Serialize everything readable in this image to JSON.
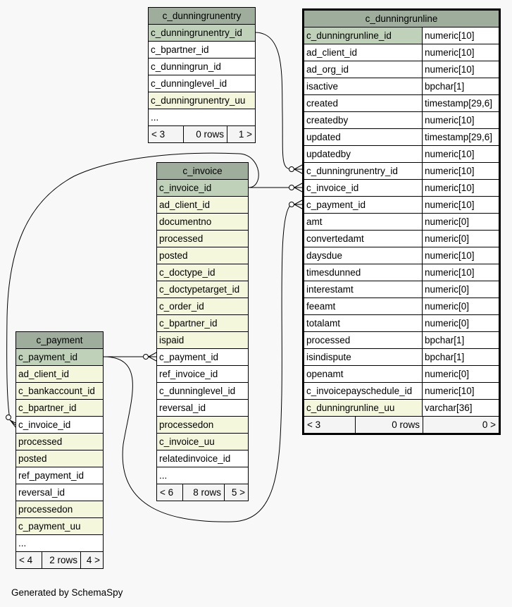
{
  "footer": "Generated by SchemaSpy",
  "colors": {
    "background": "#f8f8f8",
    "title": "#9fae9c",
    "primary_key": "#bfd2b9",
    "indexed": "#f4f7dc",
    "plain": "#ffffff"
  },
  "tables": {
    "c_dunningrunentry": {
      "name": "c_dunningrunentry",
      "columns": [
        {
          "name": "c_dunningrunentry_id",
          "kind": "pk"
        },
        {
          "name": "c_bpartner_id",
          "kind": "plain"
        },
        {
          "name": "c_dunningrun_id",
          "kind": "plain"
        },
        {
          "name": "c_dunninglevel_id",
          "kind": "plain"
        },
        {
          "name": "c_dunningrunentry_uu",
          "kind": "idx"
        },
        {
          "name": "...",
          "kind": "plain"
        }
      ],
      "footer": {
        "parents": "< 3",
        "rows": "0 rows",
        "children": "1 >"
      }
    },
    "c_dunningrunline": {
      "name": "c_dunningrunline",
      "columns": [
        {
          "name": "c_dunningrunline_id",
          "type": "numeric[10]",
          "kind": "pk"
        },
        {
          "name": "ad_client_id",
          "type": "numeric[10]",
          "kind": "plain"
        },
        {
          "name": "ad_org_id",
          "type": "numeric[10]",
          "kind": "plain"
        },
        {
          "name": "isactive",
          "type": "bpchar[1]",
          "kind": "plain"
        },
        {
          "name": "created",
          "type": "timestamp[29,6]",
          "kind": "plain"
        },
        {
          "name": "createdby",
          "type": "numeric[10]",
          "kind": "plain"
        },
        {
          "name": "updated",
          "type": "timestamp[29,6]",
          "kind": "plain"
        },
        {
          "name": "updatedby",
          "type": "numeric[10]",
          "kind": "plain"
        },
        {
          "name": "c_dunningrunentry_id",
          "type": "numeric[10]",
          "kind": "plain"
        },
        {
          "name": "c_invoice_id",
          "type": "numeric[10]",
          "kind": "plain"
        },
        {
          "name": "c_payment_id",
          "type": "numeric[10]",
          "kind": "plain"
        },
        {
          "name": "amt",
          "type": "numeric[0]",
          "kind": "plain"
        },
        {
          "name": "convertedamt",
          "type": "numeric[0]",
          "kind": "plain"
        },
        {
          "name": "daysdue",
          "type": "numeric[10]",
          "kind": "plain"
        },
        {
          "name": "timesdunned",
          "type": "numeric[10]",
          "kind": "plain"
        },
        {
          "name": "interestamt",
          "type": "numeric[0]",
          "kind": "plain"
        },
        {
          "name": "feeamt",
          "type": "numeric[0]",
          "kind": "plain"
        },
        {
          "name": "totalamt",
          "type": "numeric[0]",
          "kind": "plain"
        },
        {
          "name": "processed",
          "type": "bpchar[1]",
          "kind": "plain"
        },
        {
          "name": "isindispute",
          "type": "bpchar[1]",
          "kind": "plain"
        },
        {
          "name": "openamt",
          "type": "numeric[0]",
          "kind": "plain"
        },
        {
          "name": "c_invoicepayschedule_id",
          "type": "numeric[10]",
          "kind": "plain"
        },
        {
          "name": "c_dunningrunline_uu",
          "type": "varchar[36]",
          "kind": "idx"
        }
      ],
      "footer": {
        "parents": "< 3",
        "rows": "0 rows",
        "children": "0 >"
      }
    },
    "c_invoice": {
      "name": "c_invoice",
      "columns": [
        {
          "name": "c_invoice_id",
          "kind": "pk"
        },
        {
          "name": "ad_client_id",
          "kind": "idx"
        },
        {
          "name": "documentno",
          "kind": "idx"
        },
        {
          "name": "processed",
          "kind": "idx"
        },
        {
          "name": "posted",
          "kind": "idx"
        },
        {
          "name": "c_doctype_id",
          "kind": "idx"
        },
        {
          "name": "c_doctypetarget_id",
          "kind": "idx"
        },
        {
          "name": "c_order_id",
          "kind": "idx"
        },
        {
          "name": "c_bpartner_id",
          "kind": "idx"
        },
        {
          "name": "ispaid",
          "kind": "idx"
        },
        {
          "name": "c_payment_id",
          "kind": "plain"
        },
        {
          "name": "ref_invoice_id",
          "kind": "plain"
        },
        {
          "name": "c_dunninglevel_id",
          "kind": "plain"
        },
        {
          "name": "reversal_id",
          "kind": "plain"
        },
        {
          "name": "processedon",
          "kind": "idx"
        },
        {
          "name": "c_invoice_uu",
          "kind": "idx"
        },
        {
          "name": "relatedinvoice_id",
          "kind": "plain"
        },
        {
          "name": "...",
          "kind": "plain"
        }
      ],
      "footer": {
        "parents": "< 6",
        "rows": "8 rows",
        "children": "5 >"
      }
    },
    "c_payment": {
      "name": "c_payment",
      "columns": [
        {
          "name": "c_payment_id",
          "kind": "pk"
        },
        {
          "name": "ad_client_id",
          "kind": "idx"
        },
        {
          "name": "c_bankaccount_id",
          "kind": "idx"
        },
        {
          "name": "c_bpartner_id",
          "kind": "idx"
        },
        {
          "name": "c_invoice_id",
          "kind": "plain"
        },
        {
          "name": "processed",
          "kind": "idx"
        },
        {
          "name": "posted",
          "kind": "idx"
        },
        {
          "name": "ref_payment_id",
          "kind": "plain"
        },
        {
          "name": "reversal_id",
          "kind": "plain"
        },
        {
          "name": "processedon",
          "kind": "idx"
        },
        {
          "name": "c_payment_uu",
          "kind": "idx"
        },
        {
          "name": "...",
          "kind": "plain"
        }
      ],
      "footer": {
        "parents": "< 4",
        "rows": "2 rows",
        "children": "4 >"
      }
    }
  }
}
